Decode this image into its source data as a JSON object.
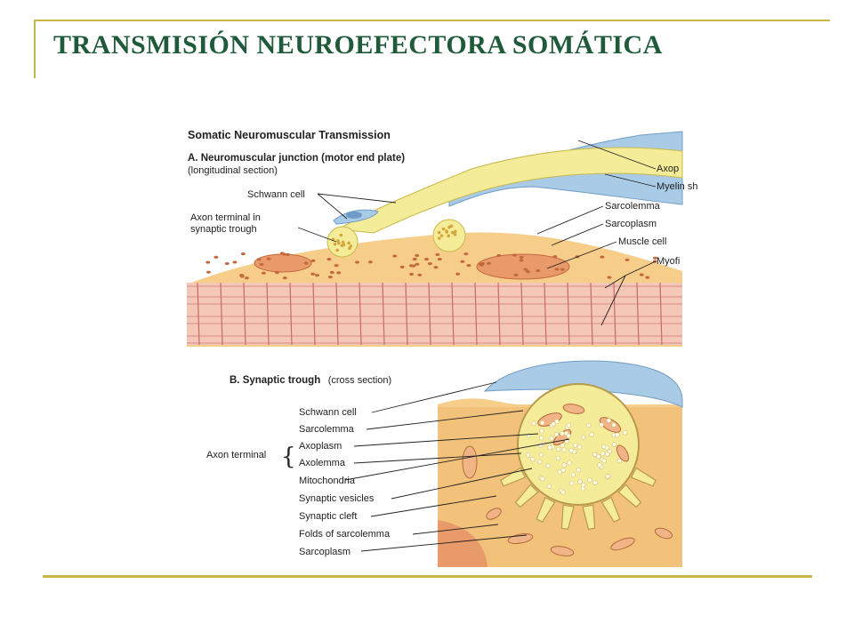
{
  "slide": {
    "title": "TRANSMISIÓN NEUROEFECTORA SOMÁTICA"
  },
  "figure": {
    "heading": "Somatic Neuromuscular Transmission",
    "panel_a": {
      "title": "A. Neuromuscular junction (motor end plate)",
      "subtitle": "(longitudinal section)",
      "labels": {
        "schwann_cell": "Schwann cell",
        "axon_terminal_1": "Axon terminal in",
        "axon_terminal_2": "synaptic trough",
        "axon": "Axop",
        "myelin": "Myelin sh",
        "sarcolemma": "Sarcolemma",
        "sarcoplasm": "Sarcoplasm",
        "muscle_cell": "Muscle cell",
        "myofi": "Myofi"
      }
    },
    "panel_b": {
      "title_bold": "B. Synaptic trough",
      "title_rest": "(cross section)",
      "labels": {
        "schwann_cell": "Schwann cell",
        "sarcolemma": "Sarcolemma",
        "axon_terminal": "Axon terminal",
        "axoplasm": "Axoplasm",
        "axolemma": "Axolemma",
        "mitochondria": "Mitochondria",
        "synaptic_vesicles": "Synaptic vesicles",
        "synaptic_cleft": "Synaptic cleft",
        "folds": "Folds of sarcolemma",
        "sarcoplasm": "Sarcoplasm"
      }
    },
    "colors": {
      "myelin": "#a9cbe6",
      "axon": "#f5ec9a",
      "sarcoplasm": "#f7cd8a",
      "nucleus": "#e89a6a",
      "fibril_red": "#d98a8a",
      "title_green": "#1f5a3a",
      "rule_gold": "#c8b54a"
    }
  }
}
